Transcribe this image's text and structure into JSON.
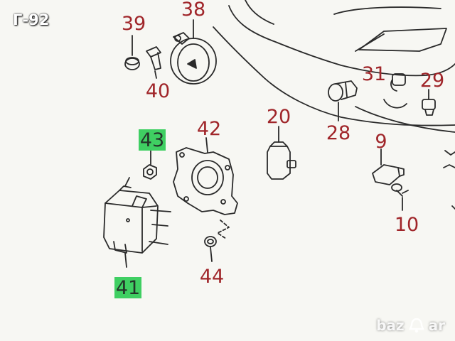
{
  "corner_tag": "Г-92",
  "watermark": {
    "left": "baz",
    "right": "ar"
  },
  "colors": {
    "background": "#f7f7f3",
    "line": "#2a2a2a",
    "callout": "#a0262a",
    "highlight": "#3fcf62",
    "highlight_text": "#24342a"
  },
  "callouts": [
    {
      "id": "38",
      "text": "38",
      "highlighted": false
    },
    {
      "id": "39",
      "text": "39",
      "highlighted": false
    },
    {
      "id": "40",
      "text": "40",
      "highlighted": false
    },
    {
      "id": "31",
      "text": "31",
      "highlighted": false
    },
    {
      "id": "29",
      "text": "29",
      "highlighted": false
    },
    {
      "id": "28",
      "text": "28",
      "highlighted": false
    },
    {
      "id": "20",
      "text": "20",
      "highlighted": false
    },
    {
      "id": "42",
      "text": "42",
      "highlighted": false
    },
    {
      "id": "43",
      "text": "43",
      "highlighted": true
    },
    {
      "id": "9",
      "text": "9",
      "highlighted": false
    },
    {
      "id": "10",
      "text": "10",
      "highlighted": false
    },
    {
      "id": "44",
      "text": "44",
      "highlighted": false
    },
    {
      "id": "41",
      "text": "41",
      "highlighted": true
    }
  ]
}
